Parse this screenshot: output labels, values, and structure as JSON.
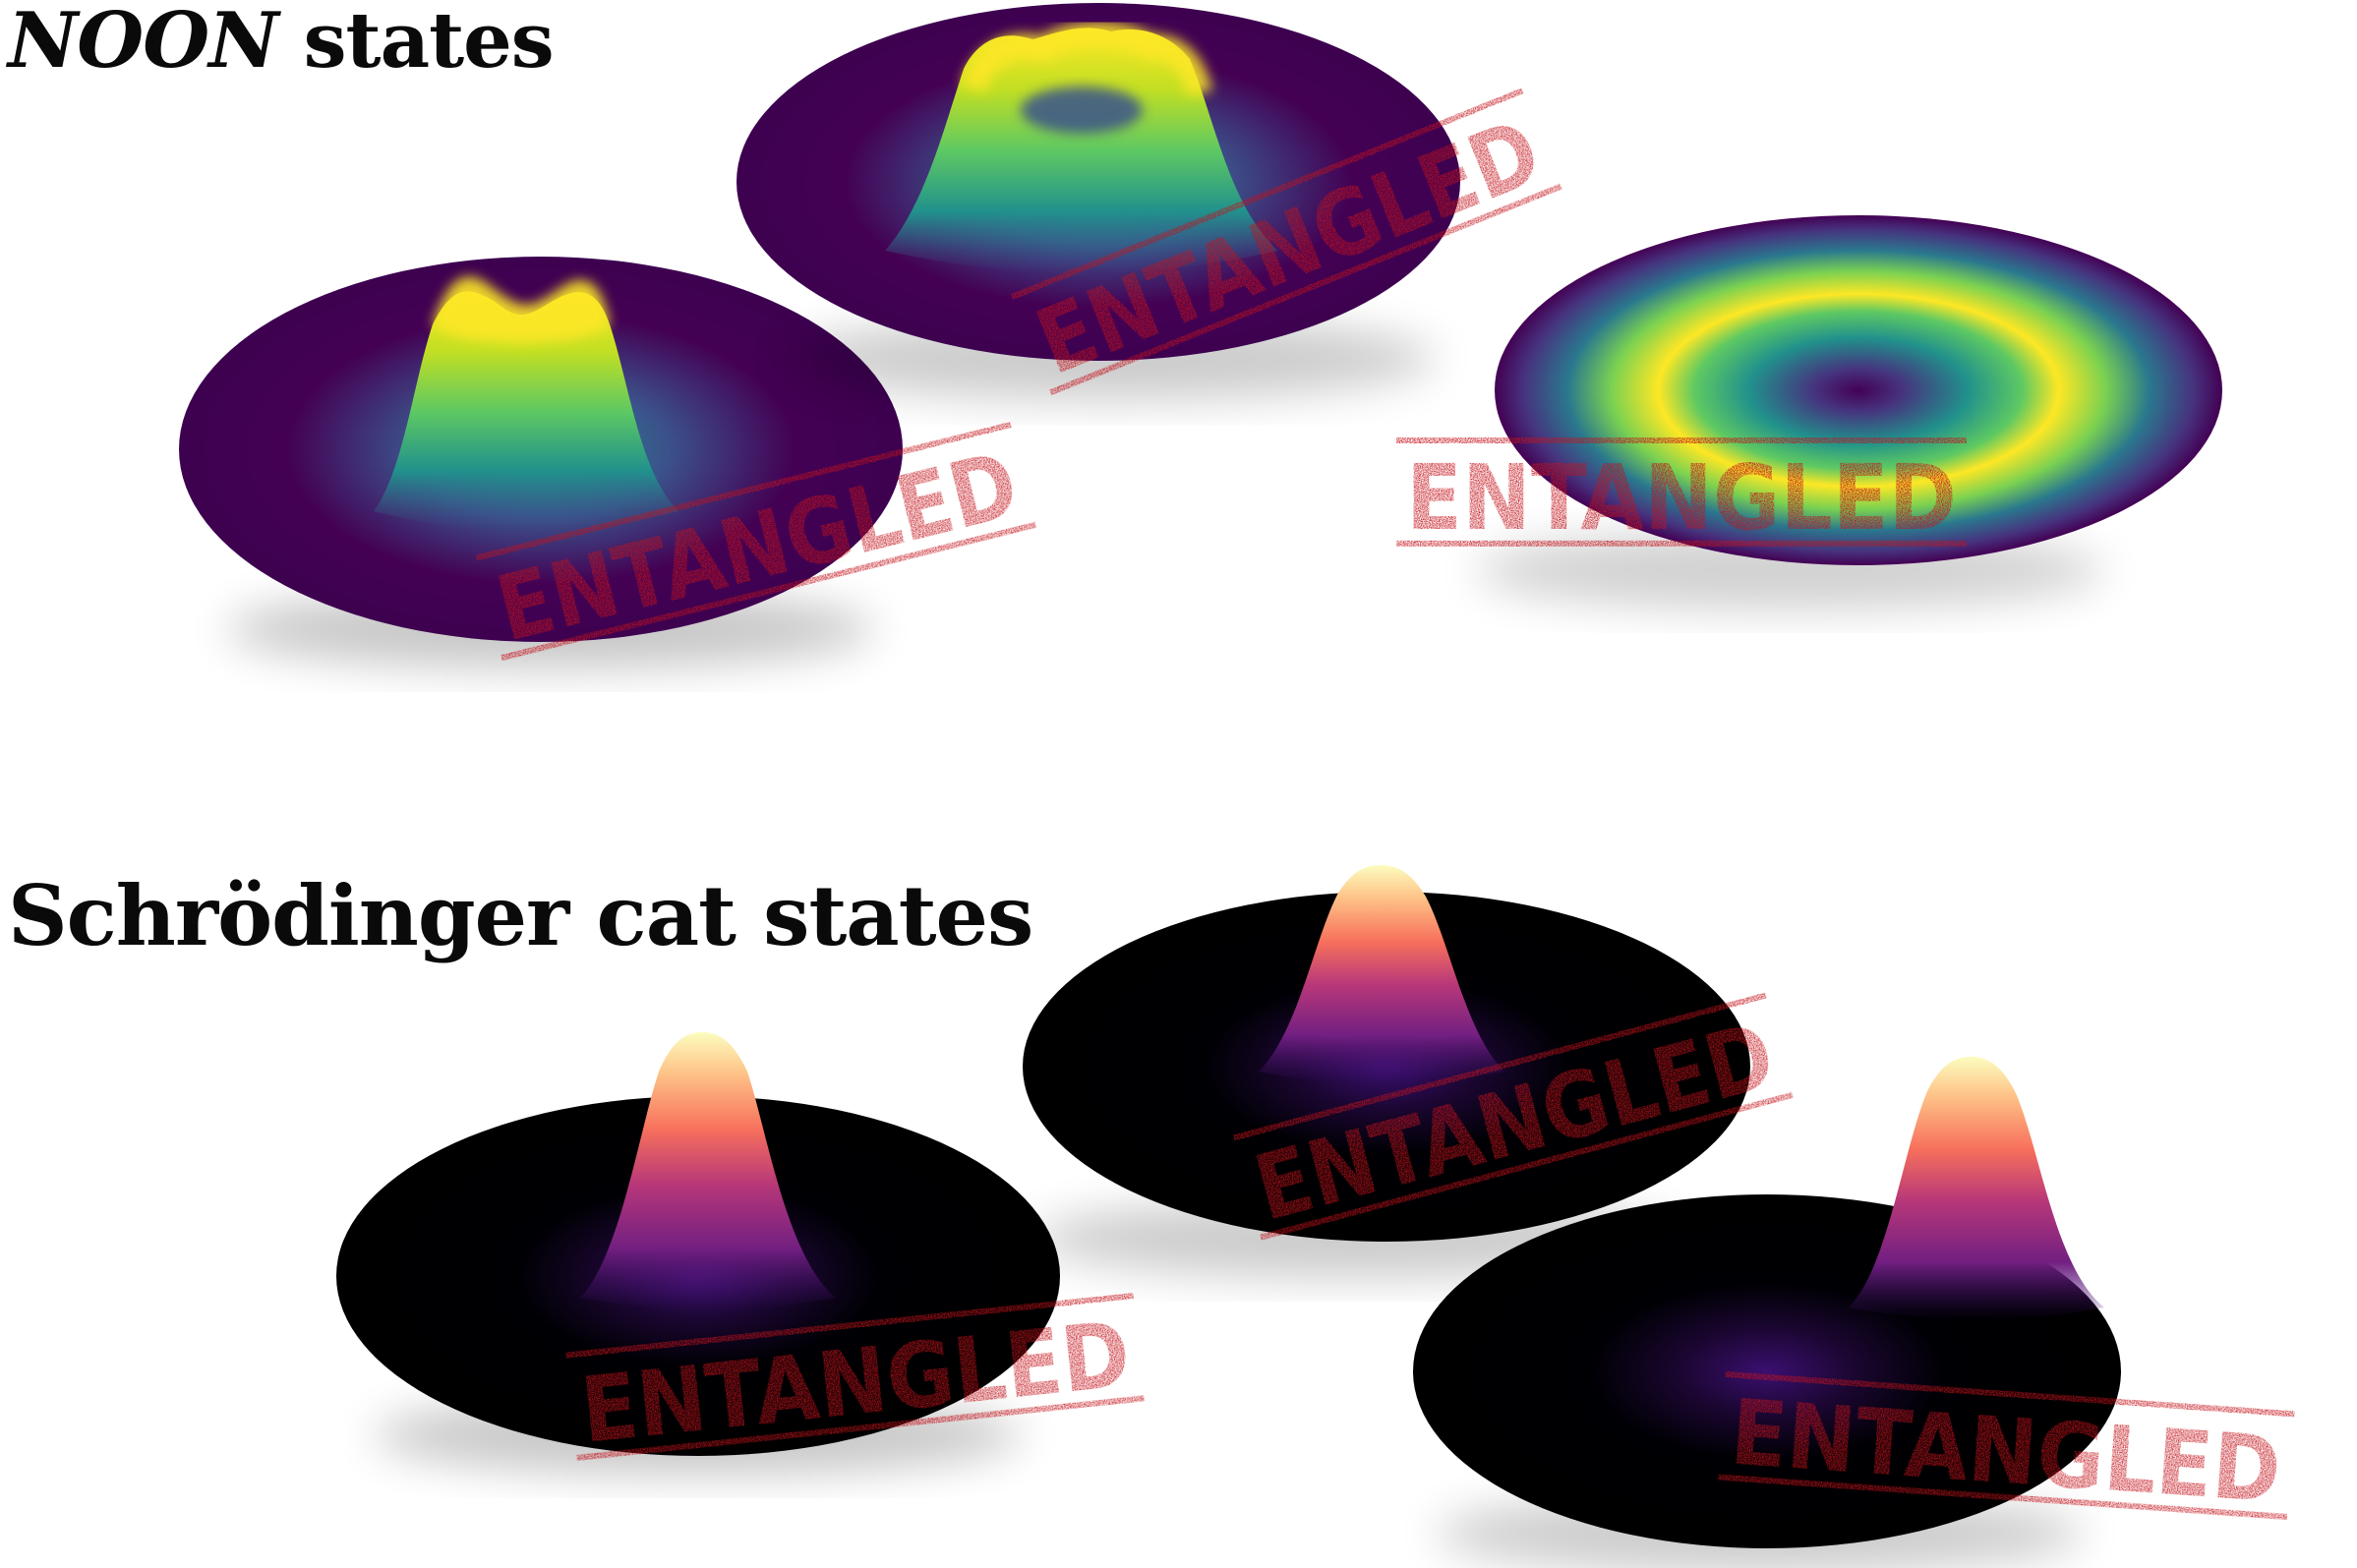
{
  "headings": {
    "noon_italic": "NOON",
    "noon_rest": " states",
    "cat": "Schrödinger cat states"
  },
  "stamp_text": "ENTANGLED",
  "colors": {
    "stamp_red": "#c4121a",
    "viridis": [
      "#440154",
      "#3b528b",
      "#21918c",
      "#5ec962",
      "#fde725"
    ],
    "magma": [
      "#000004",
      "#3b0f70",
      "#8c2981",
      "#de4968",
      "#fe9f6d",
      "#fcfdbf"
    ]
  },
  "plots": {
    "noon": [
      {
        "shape": "double-peak",
        "colormap": "viridis"
      },
      {
        "shape": "ring-peak",
        "colormap": "viridis"
      },
      {
        "shape": "ring",
        "colormap": "viridis"
      }
    ],
    "cat": [
      {
        "shape": "single-peak",
        "colormap": "magma"
      },
      {
        "shape": "single-peak",
        "colormap": "magma"
      },
      {
        "shape": "single-peak",
        "colormap": "magma"
      }
    ]
  }
}
